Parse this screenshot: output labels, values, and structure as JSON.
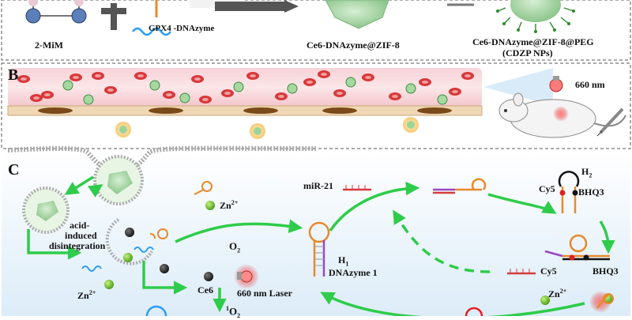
{
  "panel_a": {
    "labels": {
      "mim": "2-MiM",
      "gpx4": "GPX4 -DNAzyme",
      "ce6_zif": "Ce6-DNAzyme@ZIF-8",
      "ce6_zif_peg": "Ce6-DNAzyme@ZIF-8@PEG",
      "cdzp": "(CDZP NPs)"
    }
  },
  "panel_b": {
    "letter": "B",
    "laser": "660 nm"
  },
  "panel_c": {
    "letter": "C",
    "acid_1": "acid-",
    "acid_2": "induced",
    "acid_3": "disintegration",
    "zn_1": "Zn",
    "zn_1_sup": "2+",
    "zn_2": "Zn",
    "zn_2_sup": "2+",
    "zn_3": "Zn",
    "zn_3_sup": "2+",
    "o2": "O",
    "o2_sub": "2",
    "ce6": "Ce6",
    "laser": "660 nm Laser",
    "singlet_sup": "1",
    "singlet": "O",
    "singlet_sub": "2",
    "h1": "H",
    "h1_sub": "1",
    "dnazyme1": "DNAzyme 1",
    "mir21": "miR-21",
    "h2": "H",
    "h2_sub": "2",
    "cy5_a": "Cy5",
    "bhq3_a": "BHQ3",
    "cy5_b": "Cy5",
    "bhq3_b": "BHQ3"
  },
  "colors": {
    "arrow_green": "#2ecc4a",
    "vessel_pink": "#f6c9cf",
    "rbc_red": "#d8383a",
    "hairpin_orange": "#e8892b",
    "dna_blue": "#2a9df4",
    "panel_bg_blue": "#e3f1fb"
  }
}
